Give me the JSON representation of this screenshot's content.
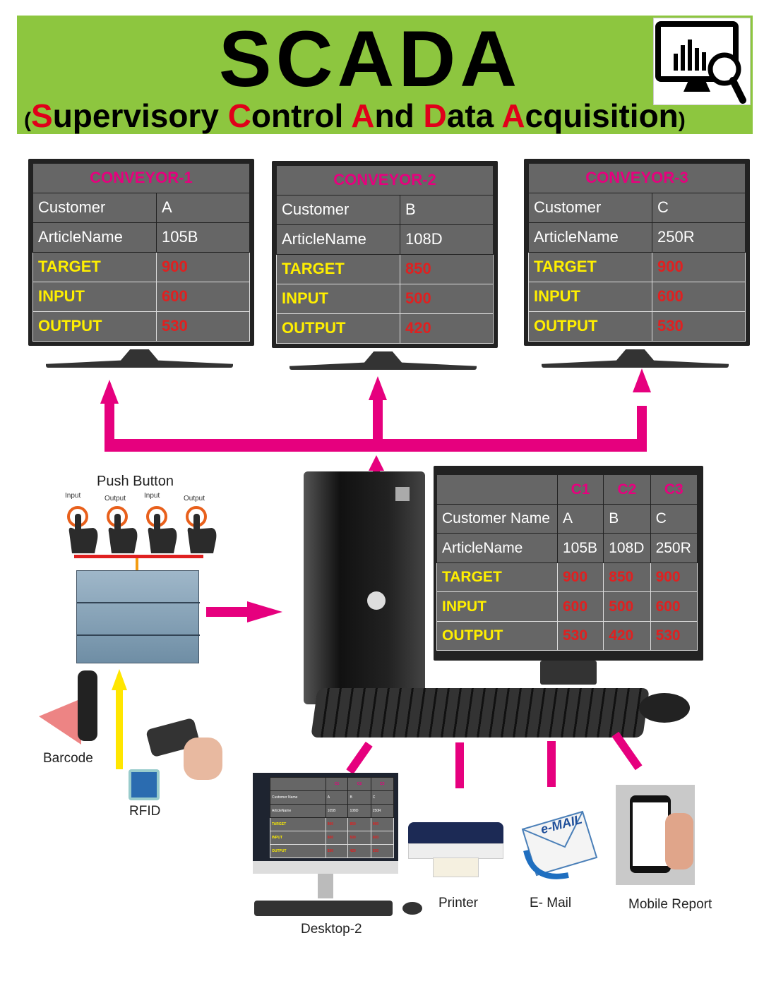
{
  "header": {
    "title": "SCADA",
    "subtitle_parts": [
      [
        "(",
        "p"
      ],
      [
        "S",
        "r"
      ],
      [
        "upervisory ",
        ""
      ],
      [
        "C",
        "r"
      ],
      [
        "ontrol ",
        ""
      ],
      [
        "A",
        "r"
      ],
      [
        "nd ",
        ""
      ],
      [
        "D",
        "r"
      ],
      [
        "ata ",
        ""
      ],
      [
        "A",
        "r"
      ],
      [
        "cquisition",
        ""
      ],
      [
        ")",
        "p"
      ]
    ],
    "icon": "monitor-chart-magnifier-icon"
  },
  "conveyors": [
    {
      "title": "CONVEYOR-1",
      "customer_label": "Customer",
      "customer": "A",
      "article_label": "ArticleName",
      "article": "105B",
      "target_label": "TARGET",
      "target": "900",
      "input_label": "INPUT",
      "input": "600",
      "output_label": "OUTPUT",
      "output": "530"
    },
    {
      "title": "CONVEYOR-2",
      "customer_label": "Customer",
      "customer": "B",
      "article_label": "ArticleName",
      "article": "108D",
      "target_label": "TARGET",
      "target": "850",
      "input_label": "INPUT",
      "input": "500",
      "output_label": "OUTPUT",
      "output": "420"
    },
    {
      "title": "CONVEYOR-3",
      "customer_label": "Customer",
      "customer": "C",
      "article_label": "ArticleName",
      "article": "250R",
      "target_label": "TARGET",
      "target": "900",
      "input_label": "INPUT",
      "input": "600",
      "output_label": "OUTPUT",
      "output": "530"
    }
  ],
  "main_table": {
    "cols": [
      "C1",
      "C2",
      "C3"
    ],
    "rows": [
      {
        "label": "Customer Name",
        "vals": [
          "A",
          "B",
          "C"
        ],
        "style": ""
      },
      {
        "label": "ArticleName",
        "vals": [
          "105B",
          "108D",
          "250R"
        ],
        "style": ""
      },
      {
        "label": "TARGET",
        "vals": [
          "900",
          "850",
          "900"
        ],
        "style": "y"
      },
      {
        "label": "INPUT",
        "vals": [
          "600",
          "500",
          "600"
        ],
        "style": "y"
      },
      {
        "label": "OUTPUT",
        "vals": [
          "530",
          "420",
          "530"
        ],
        "style": "y"
      }
    ]
  },
  "push_button": {
    "title": "Push Button",
    "labels": [
      "Input",
      "Output",
      "Input",
      "Output"
    ]
  },
  "labels": {
    "barcode": "Barcode",
    "rfid": "RFID",
    "desktop2": "Desktop-2",
    "printer": "Printer",
    "email": "E- Mail",
    "email_logo": "e-MAIL",
    "mobile": "Mobile Report"
  },
  "colors": {
    "banner": "#8dc63f",
    "arrow": "#e6007e"
  }
}
